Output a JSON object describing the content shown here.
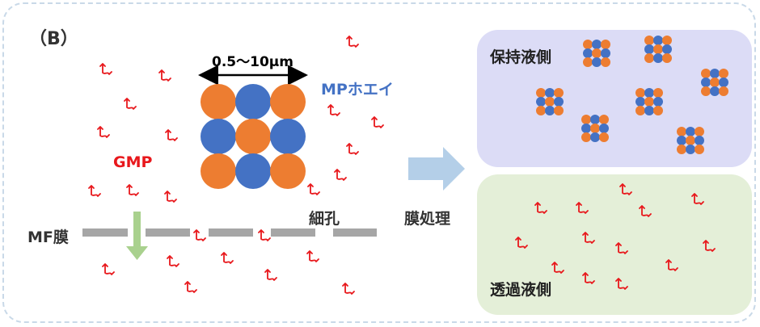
{
  "labels": {
    "panel": "（B）",
    "dimension": "0.5～10μm",
    "mp_whey": "MPホエイ",
    "gmp": "GMP",
    "mf_membrane": "MF膜",
    "pore": "細孔",
    "membrane_processing": "膜処理",
    "retentate_side": "保持液側",
    "permeate_side": "透過液側"
  },
  "colors": {
    "orange": "#ed7d31",
    "blue": "#4472c4",
    "gmp_red": "#e8181c",
    "membrane_gray": "#a6a6a6",
    "arrow_green": "#a9d18e",
    "arrow_blue": "#b4cfe8",
    "retentate_bg": "#dcdcf6",
    "permeate_bg": "#e4efd8"
  },
  "icons": {
    "gmp_molecule": "gmp-molecule-icon",
    "process_arrow": "block-arrow-right-icon",
    "pass_arrow": "down-arrow-icon",
    "dimension_arrow": "double-arrow-icon"
  }
}
